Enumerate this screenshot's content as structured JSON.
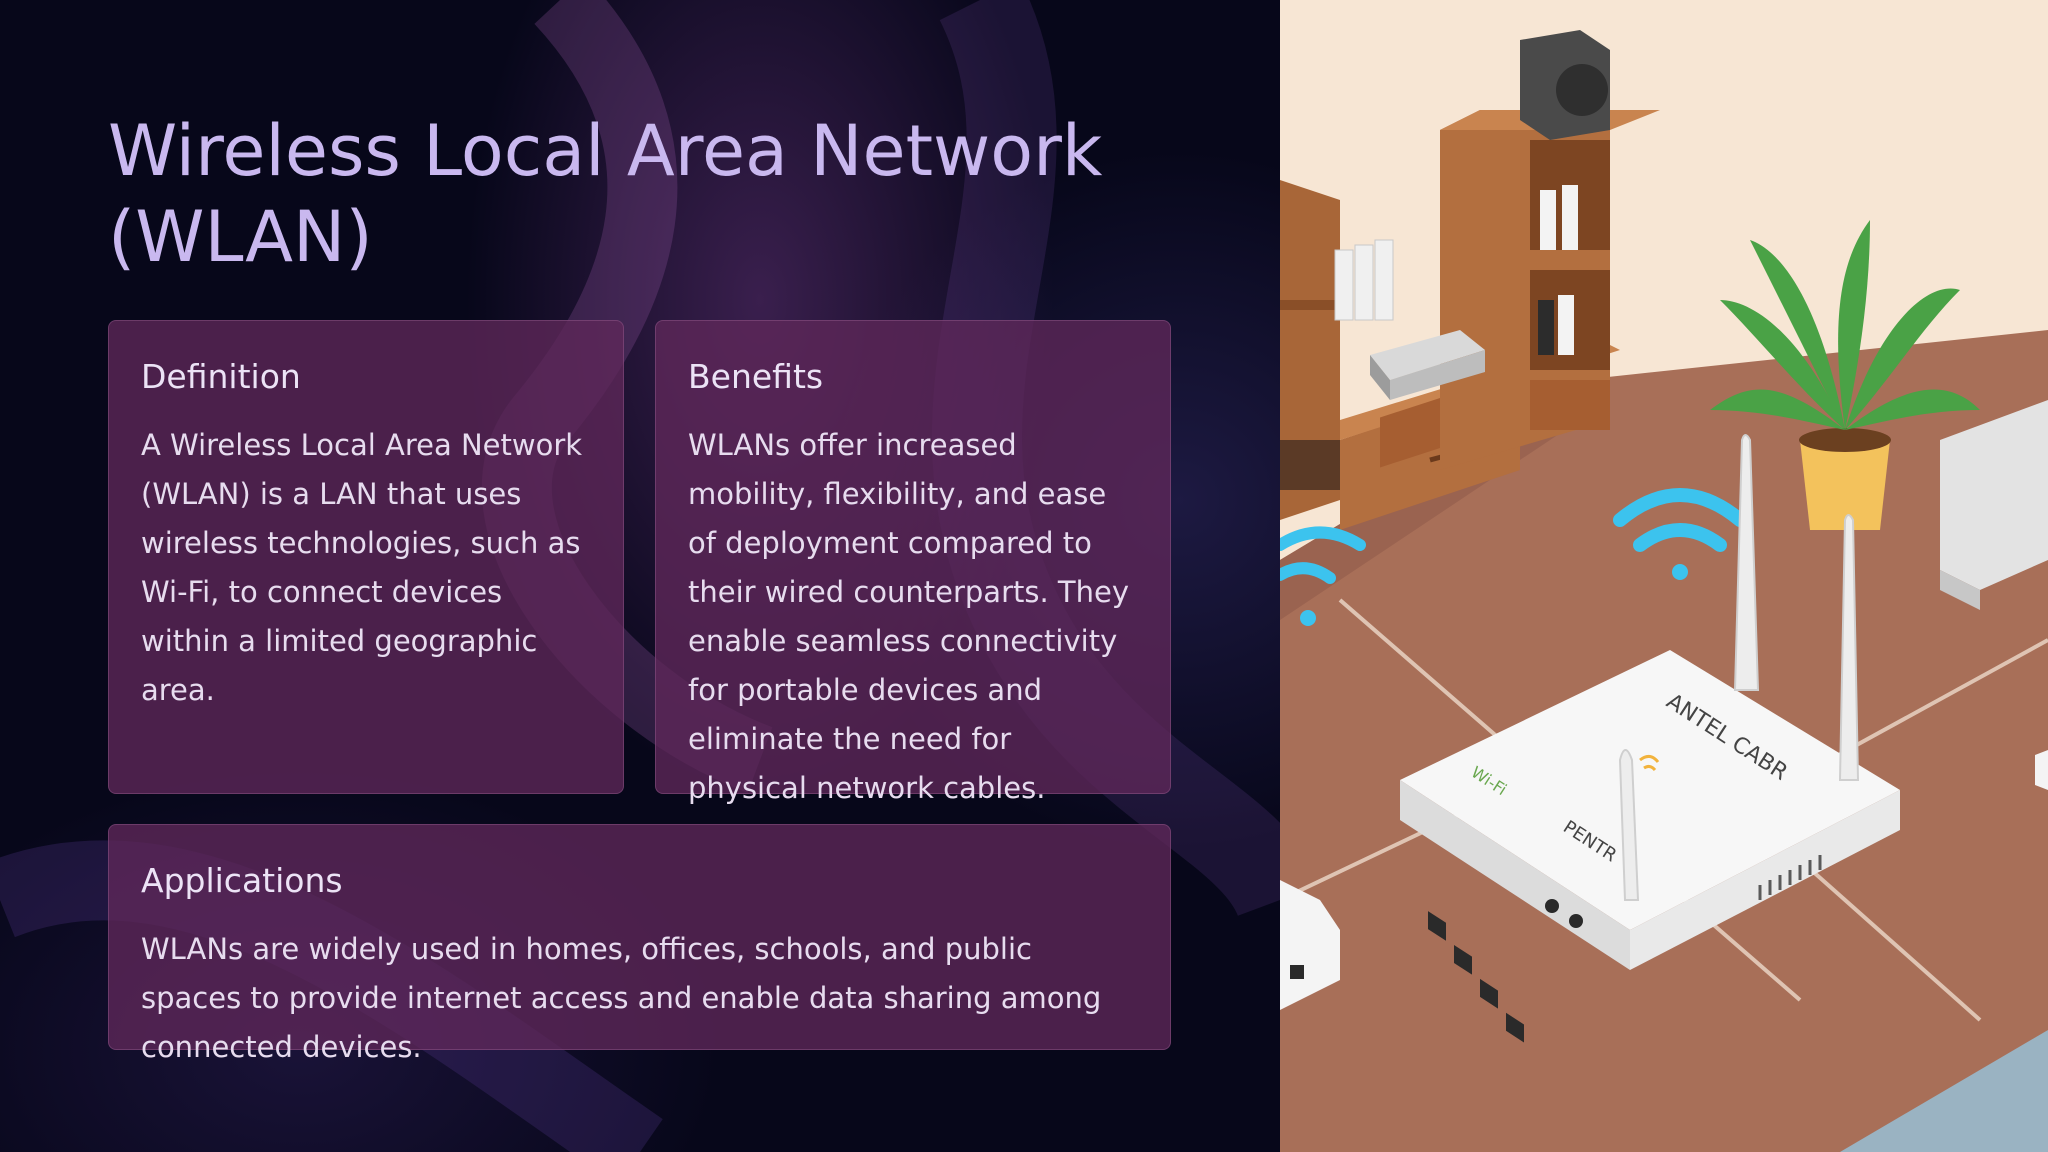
{
  "slide": {
    "title": "Wireless Local Area Network (WLAN)"
  },
  "cards": {
    "definition": {
      "heading": "Definition",
      "body": "A Wireless Local Area Network (WLAN) is a LAN that uses wireless technologies, such as Wi-Fi, to connect devices within a limited geographic area."
    },
    "benefits": {
      "heading": "Benefits",
      "body": "WLANs offer increased mobility, flexibility, and ease of deployment compared to their wired counterparts. They enable seamless connectivity for portable devices and eliminate the need for physical network cables."
    },
    "applications": {
      "heading": "Applications",
      "body": "WLANs are widely used in homes, offices, schools, and public spaces to provide internet access and enable data sharing among connected devices."
    }
  },
  "illustration": {
    "router_brand_text": "ANTEL CABR",
    "router_side_text": "PENTR",
    "router_label_text": "Wi-Fi"
  },
  "colors": {
    "title": "#c9b8ef",
    "card_background": "#5f285a",
    "background": "#07071a",
    "wifi_icon": "#3cc3ee"
  }
}
